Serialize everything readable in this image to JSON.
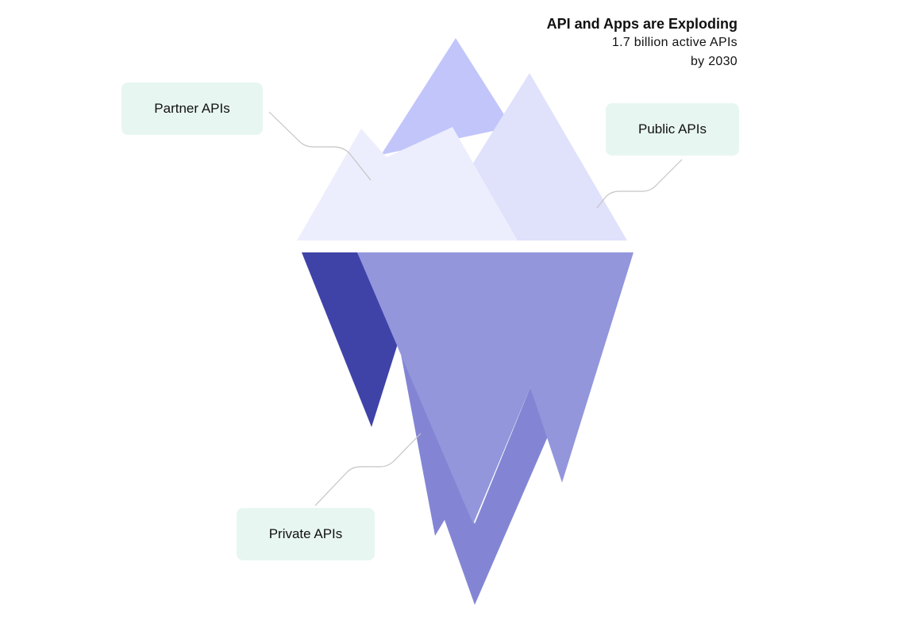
{
  "headline": {
    "title": "API and Apps are Exploding",
    "line1": "1.7 billion active APIs",
    "line2": "by 2030"
  },
  "callouts": {
    "partner": "Partner APIs",
    "public": "Public APIs",
    "private": "Private APIs"
  },
  "colors": {
    "peak_back": "#c2c5fa",
    "peak_right": "#e0e1fb",
    "peak_front": "#eceefd",
    "underwater_dark": "#3f43a8",
    "underwater_mid": "#8385d4",
    "underwater_light": "#9396db",
    "callout_bg": "#e8f6f1",
    "leader_line": "#c4c4c4"
  }
}
